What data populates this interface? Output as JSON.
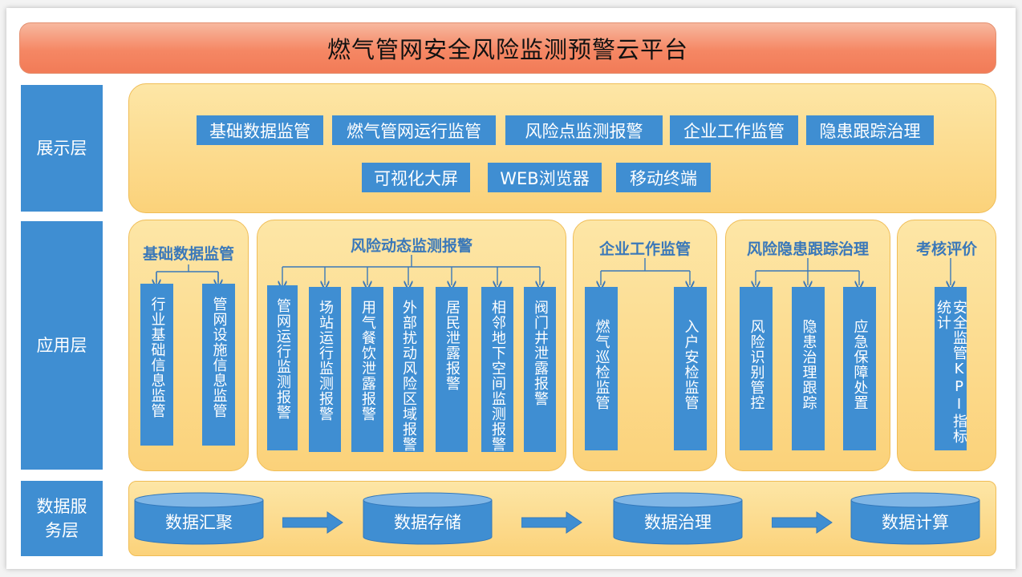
{
  "title": "燃气管网安全风险监测预警云平台",
  "layers": {
    "display": "展示层",
    "application": "应用层",
    "data_service": "数据服务层"
  },
  "display_items": [
    "基础数据监管",
    "燃气管网运行监管",
    "风险点监测报警",
    "企业工作监管",
    "隐患跟踪治理",
    "可视化大屏",
    "WEB浏览器",
    "移动终端"
  ],
  "groups": [
    {
      "title": "基础数据监管",
      "items": [
        "行业基础信息监管",
        "管网设施信息监管"
      ]
    },
    {
      "title": "风险动态监测报警",
      "items": [
        "管网运行监测报警",
        "场站运行监测报警",
        "用气餐饮泄露报警",
        "外部扰动风险区域报警",
        "居民泄露报警",
        "相邻地下空间监测报警",
        "阀门井泄露报警"
      ]
    },
    {
      "title": "企业工作监管",
      "items": [
        "燃气巡检监管",
        "入户安检监管"
      ]
    },
    {
      "title": "风险隐患跟踪治理",
      "items": [
        "风险识别管控",
        "隐患治理跟踪",
        "应急保障处置"
      ]
    },
    {
      "title": "考核评价",
      "items": [
        "安全监管KPI指标统计"
      ]
    }
  ],
  "data_flow": [
    "数据汇聚",
    "数据存储",
    "数据治理",
    "数据计算"
  ],
  "colors": {
    "blue": "#3f8ed2",
    "panel": "#fbd27a",
    "title": "#f58764",
    "group_title": "#3a78b9"
  }
}
